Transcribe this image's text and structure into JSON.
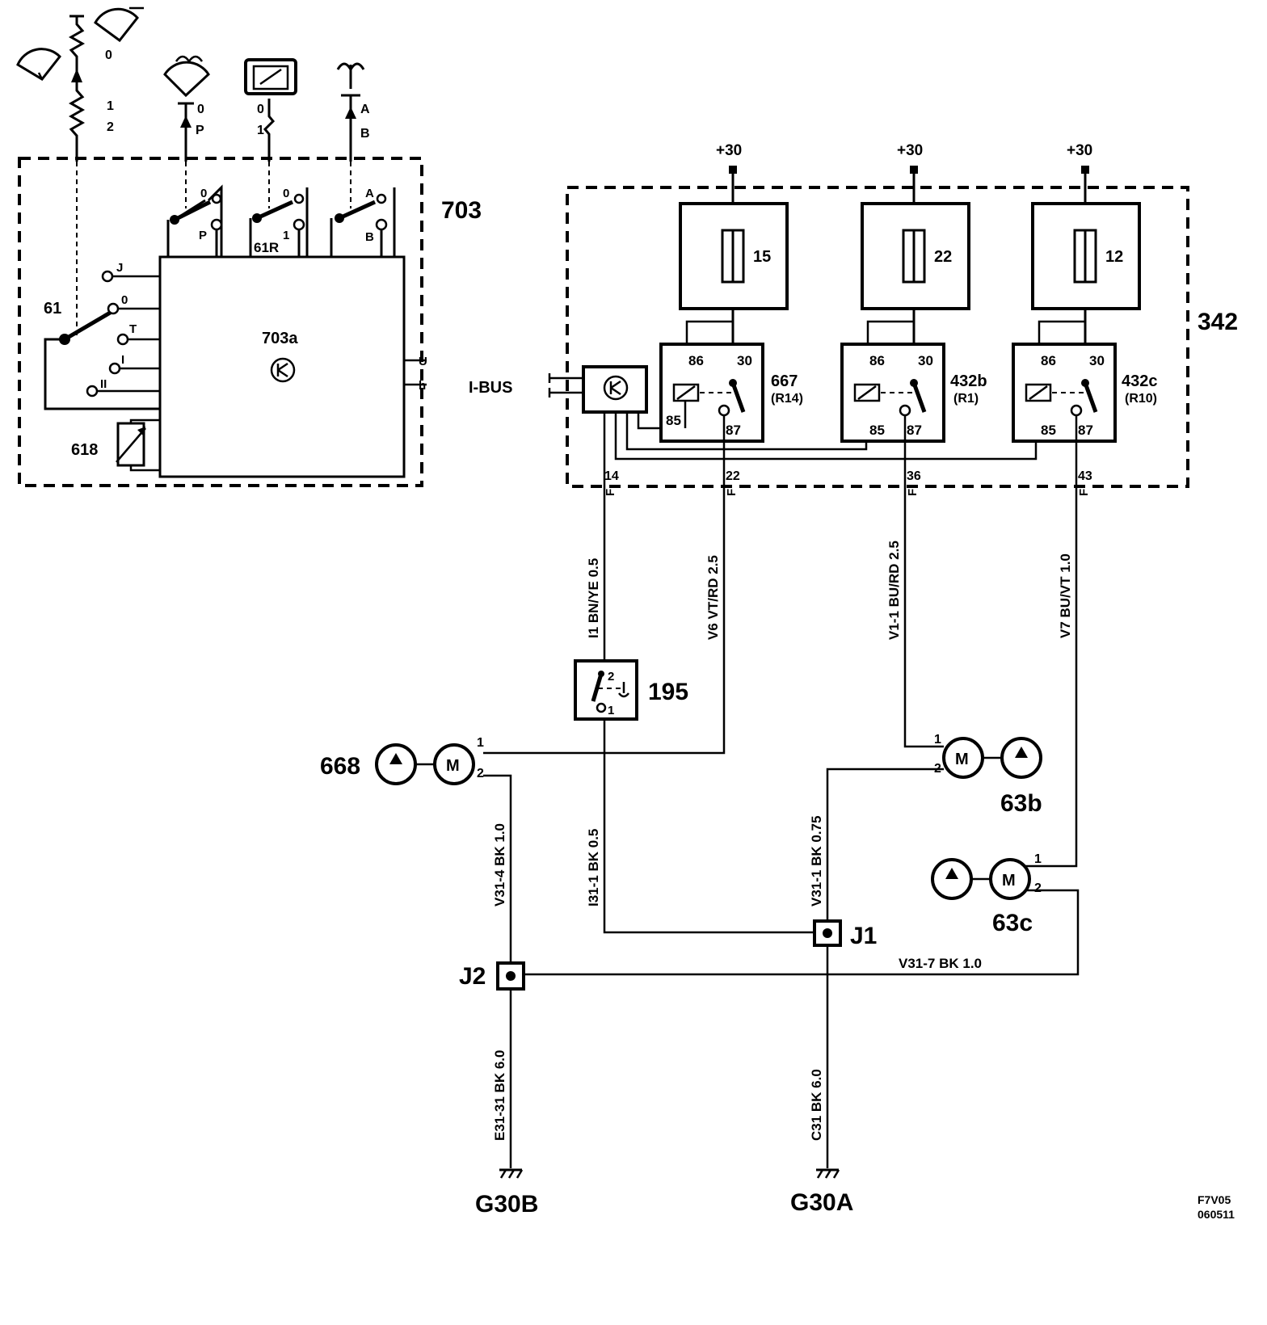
{
  "module_703": {
    "id": "703",
    "inner": "703a",
    "switch_61": "61",
    "switch_61r": "61R",
    "resistor": "618"
  },
  "stalk": {
    "positions": [
      "0",
      "1",
      "2"
    ],
    "switch_positions": [
      "J",
      "0",
      "T",
      "I",
      "II"
    ],
    "right_pins": [
      "U",
      "h"
    ],
    "contact_p": [
      "0",
      "P"
    ],
    "contact_r": [
      "0",
      "1"
    ],
    "contact_ab": [
      "A",
      "B"
    ]
  },
  "box_342": {
    "id": "342",
    "ibus": "I-BUS",
    "supply": "+30",
    "fuses": [
      "15",
      "22",
      "12"
    ],
    "relays": [
      {
        "name": "667",
        "sub": "(R14)"
      },
      {
        "name": "432b",
        "sub": "(R1)"
      },
      {
        "name": "432c",
        "sub": "(R10)"
      }
    ],
    "pins": {
      "p86": "86",
      "p30": "30",
      "p85": "85",
      "p87": "87"
    },
    "outputs": [
      "14",
      "22",
      "36",
      "43"
    ],
    "connector": "F"
  },
  "wires": {
    "w_i1": "I1   BN/YE  0.5",
    "w_v6": "V6   VT/RD  2.5",
    "w_v11": "V1-1  BU/RD   2.5",
    "w_v7": "V7   BU/VT   1.0",
    "w_i31": "I31-1  BK  0.5",
    "w_v314": "V31-4  BK  1.0",
    "w_v311": "V31-1  BK   0.75",
    "w_v317": "V31-7   BK    1.0",
    "w_e31": "E31-31  BK  6.0",
    "w_c31": "C31  BK  6.0"
  },
  "components": {
    "c195": "195",
    "c668": "668",
    "c63b": "63b",
    "c63c": "63c",
    "motor": "M",
    "pin1": "1",
    "pin2": "2"
  },
  "junctions": {
    "j1": "J1",
    "j2": "J2"
  },
  "grounds": {
    "g30a": "G30A",
    "g30b": "G30B"
  },
  "footer": {
    "code": "F7V05",
    "date": "060511"
  }
}
